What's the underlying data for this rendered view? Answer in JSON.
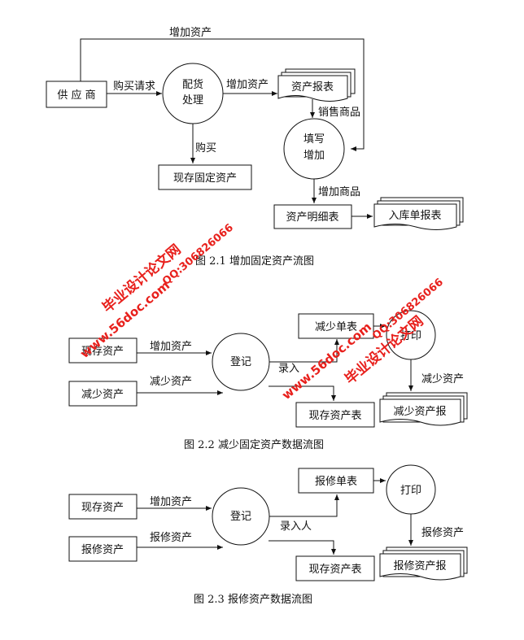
{
  "fig1": {
    "caption": "图 2.1 增加固定资产流图",
    "supplier": "供 应 商",
    "purchase_request": "购买请求",
    "process_line1": "配货",
    "process_line2": "处理",
    "add_asset_top": "增加资产",
    "add_asset_mid": "增加资产",
    "asset_report": "资产报表",
    "sell_goods": "销售商品",
    "fill_line1": "填写",
    "fill_line2": "增加",
    "purchase": "购买",
    "current_fixed_assets": "现存固定资产",
    "add_goods": "增加商品",
    "asset_detail": "资产明细表",
    "inbound_report": "入库单报表"
  },
  "fig2": {
    "caption": "图 2.2 减少固定资产数据流图",
    "current_assets": "现存资产",
    "reduce_assets": "减少资产",
    "add_asset_label": "增加资产",
    "reduce_asset_label": "减少资产",
    "register": "登记",
    "record": "录入",
    "reduce_form": "减少单表",
    "print": "打印",
    "reduce_asset_label2": "减少资产",
    "current_asset_table": "现存资产表",
    "reduce_asset_report": "减少资产报"
  },
  "fig3": {
    "caption": "图 2.3 报修资产数据流图",
    "current_assets": "现存资产",
    "repair_assets": "报修资产",
    "add_asset_label": "增加资产",
    "repair_asset_label": "报修资产",
    "register": "登记",
    "record_person": "录入人",
    "repair_form": "报修单表",
    "print": "打印",
    "repair_asset_label2": "报修资产",
    "current_asset_table": "现存资产表",
    "repair_asset_report": "报修资产报"
  },
  "watermark": {
    "site_name": "毕业设计论文网",
    "url": "www.56doc.com",
    "qq": "QQ:306826066",
    "color": "#e8201c"
  }
}
